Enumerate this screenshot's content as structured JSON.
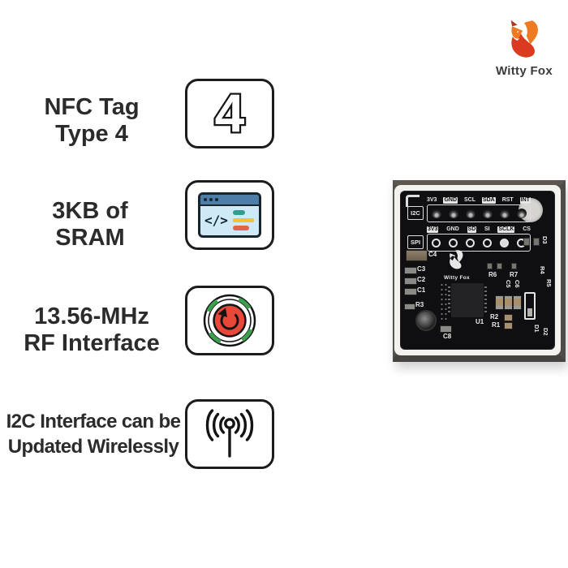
{
  "brand": {
    "name": "Witty Fox"
  },
  "features": [
    {
      "line1": "NFC Tag",
      "line2": "Type 4",
      "icon": "number-4-badge",
      "badge_digit": "4"
    },
    {
      "line1": "3KB of",
      "line2": "SRAM",
      "icon": "code-browser-window",
      "code_glyph": "</>"
    },
    {
      "line1": "13.56-MHz",
      "line2": "RF Interface",
      "icon": "rf-emergency-button"
    },
    {
      "line1": "I2C Interface can be",
      "line2": "Updated Wirelessly",
      "icon": "wireless-antenna"
    }
  ],
  "pcb": {
    "brand": "Witty Fox",
    "i2c": {
      "label": "I2C",
      "pins": [
        "3V3",
        "GND",
        "SCL",
        "SDA",
        "RST",
        "INT"
      ]
    },
    "spi": {
      "label": "SPI",
      "pins": [
        "3V3",
        "GND",
        "SD",
        "SI",
        "SCLK",
        "CS"
      ]
    },
    "refs": {
      "c1": "C1",
      "c2": "C2",
      "c3": "C3",
      "c4": "C4",
      "c5": "C5",
      "c6": "C6",
      "c8": "C8",
      "r1": "R1",
      "r2": "R2",
      "r3": "R3",
      "r4": "R4",
      "r5": "R5",
      "r6": "R6",
      "r7": "R7",
      "d1": "D1",
      "d2": "D2",
      "d3": "D3",
      "u1": "U1"
    }
  },
  "colors": {
    "text": "#2b2b2b",
    "outline": "#1c1c1c",
    "window_header_blue": "#4d7ea8",
    "window_body_blue": "#cfe9f7",
    "teal": "#2f9e8e",
    "yellow": "#f3c13a",
    "orange_line": "#e2654a",
    "button_red": "#e8483a",
    "buoy_green": "#3d9e4f",
    "fox_orange": "#ee7a23",
    "fox_red": "#d93a20",
    "pcb_silkscreen": "#ececec",
    "pcb_mask": "#0f0f11"
  }
}
